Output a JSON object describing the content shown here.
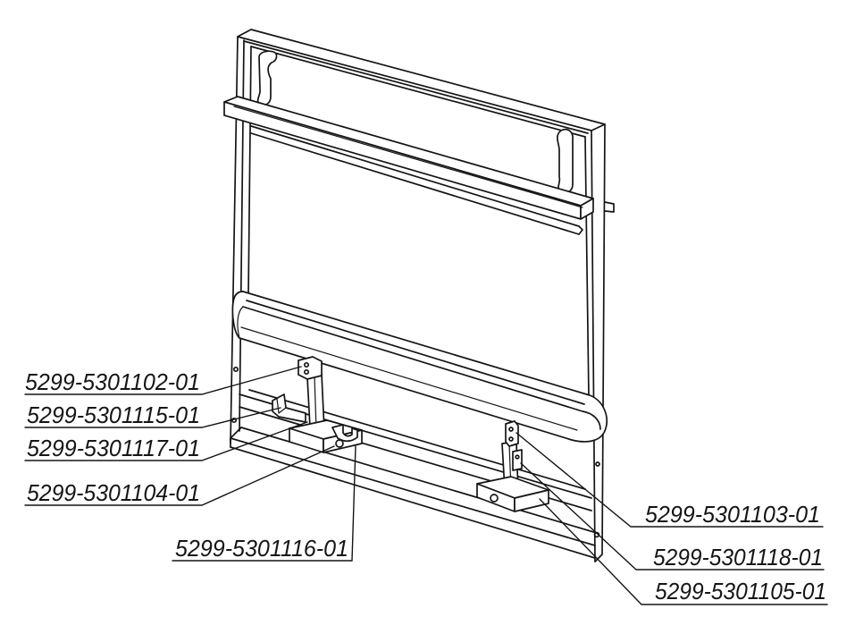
{
  "callouts": [
    {
      "part_number": "5299-5301102-01"
    },
    {
      "part_number": "5299-5301115-01"
    },
    {
      "part_number": "5299-5301117-01"
    },
    {
      "part_number": "5299-5301104-01"
    },
    {
      "part_number": "5299-5301116-01"
    },
    {
      "part_number": "5299-5301103-01"
    },
    {
      "part_number": "5299-5301118-01"
    },
    {
      "part_number": "5299-5301105-01"
    }
  ]
}
